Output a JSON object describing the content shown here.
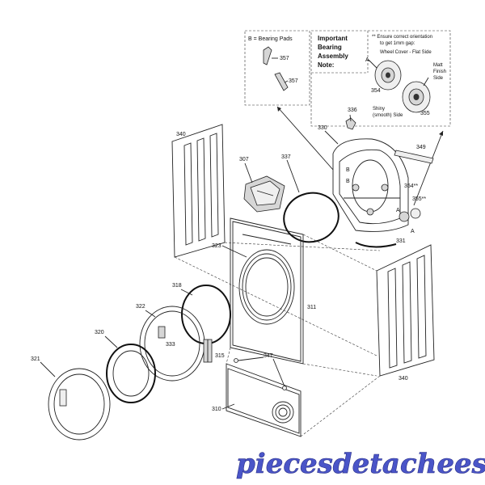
{
  "bearing_box": {
    "title": "B = Bearing Pads",
    "labels": [
      "357",
      "357"
    ]
  },
  "note_box": {
    "title_lines": [
      "Important",
      "Bearing",
      "Assembly",
      "Note:"
    ],
    "ensure_lines": [
      "** Ensure correct orientation",
      "to get 1mm gap:"
    ],
    "wheel_cover": "Wheel Cover - Flat Side",
    "matt_lines": [
      "Matt",
      "Finish",
      "Side"
    ],
    "shiny_lines": [
      "Shiny",
      "(smooth) Side"
    ],
    "a_label": "A",
    "part_354": "354",
    "part_355": "355"
  },
  "part_labels": {
    "p336": "336",
    "p330": "330",
    "p349": "349",
    "p340a": "340",
    "p307": "307",
    "p337": "337",
    "pB1": "B",
    "pB2": "B",
    "p354": "354**",
    "p355": "355**",
    "pA1": "A",
    "pA2": "A",
    "p331": "331",
    "p323": "323",
    "p311": "311",
    "p318": "318",
    "p322": "322",
    "p333": "333",
    "p315": "315",
    "p347": "347",
    "p320": "320",
    "p321": "321",
    "p310": "310",
    "p340b": "340"
  },
  "watermark": "piecesdetacheeselec.com"
}
